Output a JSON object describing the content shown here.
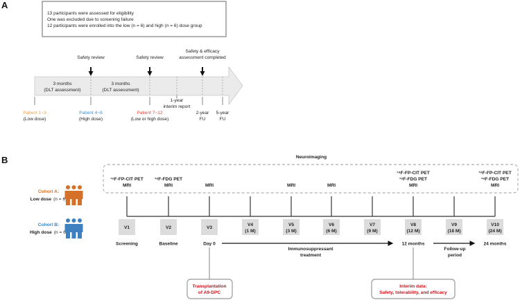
{
  "panel_a": {
    "label": "A",
    "summary": [
      "13 participants were assessed for eligibility",
      "One was excluded due to screening failure",
      "12 participants were enrolled into the low (n = 6) and high (n = 6) dose group"
    ],
    "reviews": [
      {
        "lines": [
          "Safety review"
        ]
      },
      {
        "lines": [
          "Safety review"
        ]
      },
      {
        "lines": [
          "Safety & efficacy",
          "assessment completed"
        ]
      }
    ],
    "periods": [
      {
        "lines": [
          "3 months",
          "(DLT assessment)"
        ]
      },
      {
        "lines": [
          "3 months",
          "(DLT assessment)"
        ]
      }
    ],
    "interim": [
      "1-year",
      "interim report"
    ],
    "milestones": [
      {
        "title": "Patient 1~3",
        "sub": "(Low dose)",
        "color": "#f0a04a"
      },
      {
        "title": "Patient 4~6",
        "sub": "(High dose)",
        "color": "#3a8fd8"
      },
      {
        "title": "Patient 7~12",
        "sub": "(Low or high dose)",
        "color": "#e5483d"
      },
      {
        "title": "2-year",
        "sub": "FU",
        "color": "#222222"
      },
      {
        "title": "5-year",
        "sub": "FU",
        "color": "#222222"
      }
    ]
  },
  "panel_b": {
    "label": "B",
    "neuroimaging_title": "Neuroimaging",
    "cohorts": [
      {
        "name": "Cohort A:",
        "dose": "Low dose",
        "n": "(n = 6)",
        "color": "#d4702a"
      },
      {
        "name": "Cohort B:",
        "dose": "High dose",
        "n": "(n = 6)",
        "color": "#3f80c0"
      }
    ],
    "visits": [
      {
        "code": "V1",
        "time": "",
        "imaging": [
          "¹⁸F-FP-CIT PET",
          "MRI"
        ],
        "below": "Screening"
      },
      {
        "code": "V2",
        "time": "",
        "imaging": [
          "¹⁸F-FDG PET",
          "MRI"
        ],
        "below": "Baseline"
      },
      {
        "code": "V3",
        "time": "",
        "imaging": [
          "MRI"
        ],
        "below": "Day 0"
      },
      {
        "code": "V4",
        "time": "(1 M)",
        "imaging": [],
        "below": ""
      },
      {
        "code": "V5",
        "time": "(3 M)",
        "imaging": [
          "MRI"
        ],
        "below": ""
      },
      {
        "code": "V6",
        "time": "(6 M)",
        "imaging": [
          "MRI"
        ],
        "below": ""
      },
      {
        "code": "V7",
        "time": "(9 M)",
        "imaging": [],
        "below": ""
      },
      {
        "code": "V8",
        "time": "(12 M)",
        "imaging": [
          "¹⁸F-FP-CIT PET",
          "¹⁸F-FDG PET",
          "MRI"
        ],
        "below": "12 months"
      },
      {
        "code": "V9",
        "time": "(18 M)",
        "imaging": [],
        "below": ""
      },
      {
        "code": "V10",
        "time": "(24 M)",
        "imaging": [
          "¹⁸F-FP-CIT PET",
          "¹⁸F-FDG PET",
          "MRI"
        ],
        "below": "24 months"
      }
    ],
    "treatment": [
      "Immunosuppressant",
      "treatment"
    ],
    "followup": [
      "Follow-up",
      "period"
    ],
    "transplant_box": [
      "Transplantation",
      "of A9-DPC"
    ],
    "interim_box": [
      "Interim data:",
      "Safety, tolerability, and efficacy"
    ],
    "callout_color": "#d0121b"
  }
}
